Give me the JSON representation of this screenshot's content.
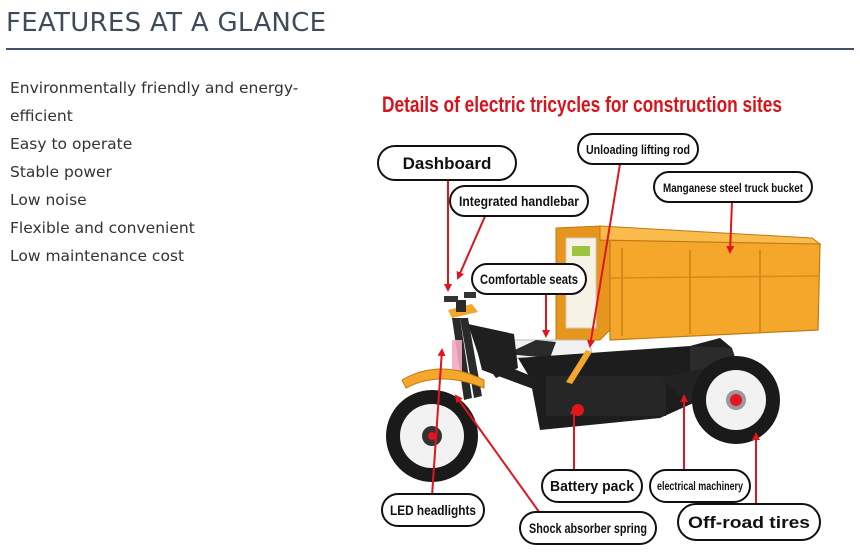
{
  "page": {
    "heading": "FEATURES AT A GLANCE"
  },
  "features": [
    "Environmentally friendly and energy-",
    "efficient",
    "Easy to operate",
    "Stable power",
    "Low noise",
    "Flexible and convenient",
    "Low maintenance cost"
  ],
  "diagram": {
    "title": "Details of electric tricycles for construction sites",
    "labels": {
      "dashboard": "Dashboard",
      "unloading_lifting_rod": "Unloading lifting rod",
      "integrated_handlebar": "Integrated handlebar",
      "manganese_steel_truck_bucket": "Manganese steel truck bucket",
      "comfortable_seats": "Comfortable seats",
      "battery_pack": "Battery pack",
      "electrical_machinery": "electrical machinery",
      "led_headlights": "LED headlights",
      "shock_absorber_spring": "Shock absorber spring",
      "off_road_tires": "Off-road tires"
    },
    "colors": {
      "title": "#d8131b",
      "arrow": "#e0151d",
      "bucket": "#f4a72a",
      "frame": "#1b1b1b",
      "rim": "#f2f2f2"
    }
  }
}
